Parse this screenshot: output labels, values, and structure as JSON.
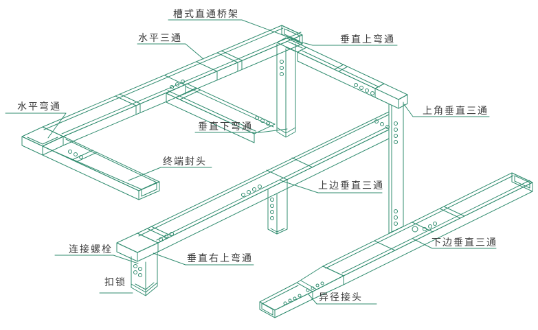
{
  "colors": {
    "line": "#2f8b6e",
    "text": "#3a3a3a",
    "background": "#ffffff"
  },
  "labels": {
    "straight_tray": "槽式直通桥架",
    "horizontal_tee": "水平三通",
    "vertical_up_elbow": "垂直上弯通",
    "horizontal_elbow": "水平弯通",
    "vertical_down_elbow": "垂直下弯通",
    "upper_corner_vertical_tee": "上角垂直三通",
    "terminal_end_cap": "终端封头",
    "upper_edge_vertical_tee": "上边垂直三通",
    "connecting_bolt": "连接螺栓",
    "buckle_lock": "扣锁",
    "vertical_right_up_elbow": "垂直右上弯通",
    "lower_edge_vertical_tee": "下边垂直三通",
    "reducer_joint": "异径接头"
  }
}
